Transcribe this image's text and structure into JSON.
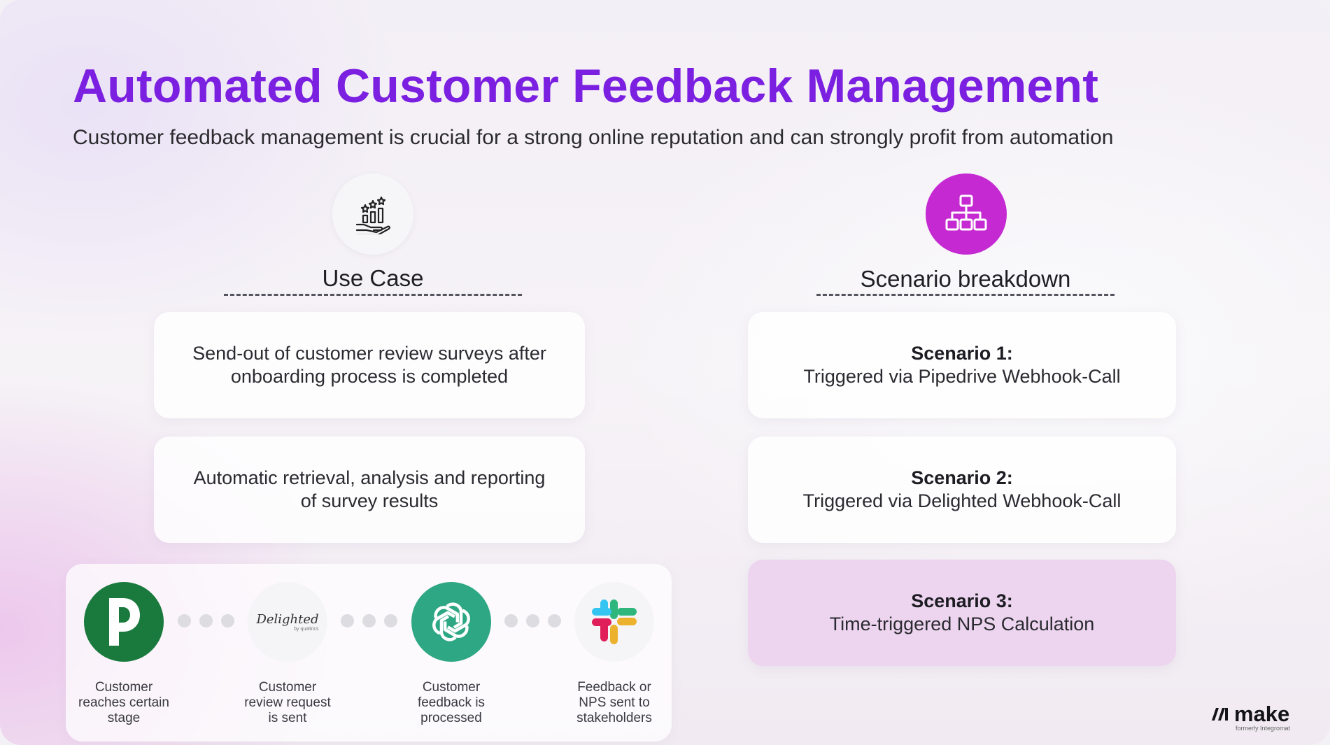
{
  "slide": {
    "title": "Automated Customer Feedback Management",
    "subtitle": "Customer feedback management is crucial for a strong online reputation and can strongly profit from automation"
  },
  "use_case": {
    "heading": "Use Case",
    "icon": "rating-hand-icon",
    "items": [
      {
        "line1": "Send-out of customer review surveys after",
        "line2": "onboarding process is completed"
      },
      {
        "line1": "Automatic retrieval, analysis and reporting",
        "line2": "of survey results"
      }
    ]
  },
  "scenario": {
    "heading": "Scenario breakdown",
    "icon": "hierarchy-icon",
    "icon_bg": "#c52ad2",
    "items": [
      {
        "title": "Scenario 1:",
        "desc": "Triggered via Pipedrive Webhook-Call"
      },
      {
        "title": "Scenario 2:",
        "desc": "Triggered via Delighted Webhook-Call"
      },
      {
        "title": "Scenario 3:",
        "desc": "Time-triggered NPS Calculation",
        "highlight": "#ecd3ee"
      }
    ]
  },
  "flow": {
    "steps": [
      {
        "logo": "pipedrive-logo",
        "color": "#1a7a3e",
        "line1": "Customer",
        "line2": "reaches certain",
        "line3": "stage"
      },
      {
        "logo": "delighted-logo",
        "logo_text": "Delighted",
        "logo_sub": "by qualtrics",
        "line1": "Customer",
        "line2": "review request",
        "line3": "is sent"
      },
      {
        "logo": "openai-logo",
        "color": "#2ea784",
        "line1": "Customer",
        "line2": "feedback is",
        "line3": "processed"
      },
      {
        "logo": "slack-logo",
        "line1": "Feedback or",
        "line2": "NPS sent to",
        "line3": "stakeholders"
      }
    ]
  },
  "brand": {
    "name": "make",
    "sub": "formerly Integromat"
  },
  "colors": {
    "title": "#7b1fe0",
    "accent": "#c52ad2"
  }
}
